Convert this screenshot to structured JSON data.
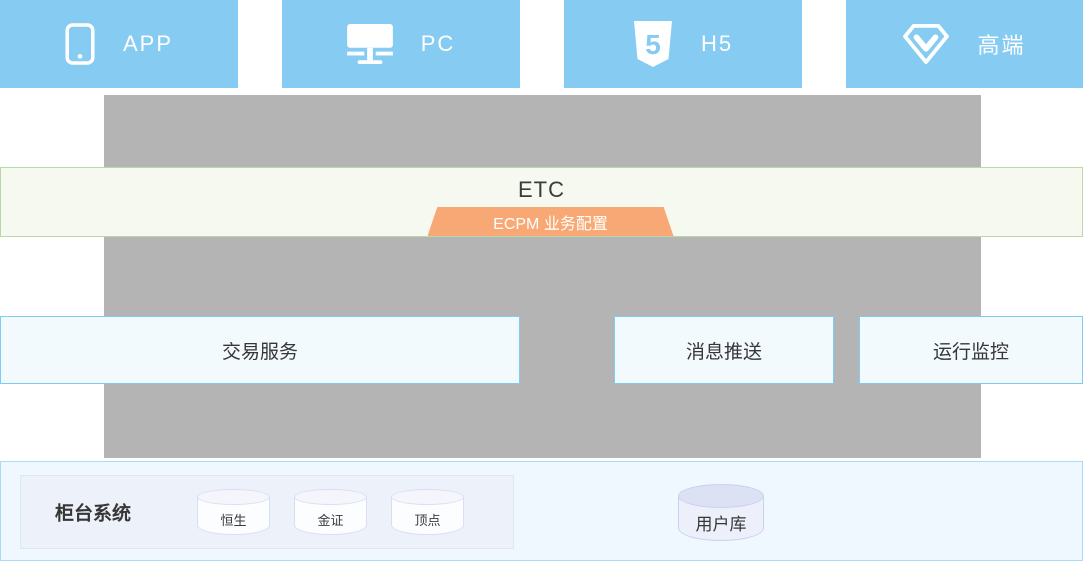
{
  "top_nav": {
    "items": [
      {
        "label": "APP",
        "icon": "smartphone-icon"
      },
      {
        "label": "PC",
        "icon": "desktop-icon"
      },
      {
        "label": "H5",
        "icon": "html5-icon"
      },
      {
        "label": "高端",
        "icon": "diamond-icon"
      }
    ]
  },
  "etc_layer": {
    "title": "ETC",
    "badge": "ECPM 业务配置"
  },
  "services": [
    {
      "label": "交易服务"
    },
    {
      "label": "消息推送"
    },
    {
      "label": "运行监控"
    }
  ],
  "backend": {
    "counter_system": {
      "title": "柜台系统",
      "databases": [
        "恒生",
        "金证",
        "顶点"
      ]
    },
    "user_db": "用户库"
  },
  "colors": {
    "channel_blue": "#86cbf2",
    "backbone_gray": "#b4b4b4",
    "etc_bg": "#f5f9f0",
    "etc_border": "#bad8aa",
    "badge_orange": "#f8a874",
    "service_border": "#7fcbf4",
    "service_bg": "#f3fafe",
    "backend_border": "#a9dbf5",
    "backend_bg": "#eff8fe",
    "panel_bg": "#edf1f9",
    "text_dark": "#363636"
  }
}
